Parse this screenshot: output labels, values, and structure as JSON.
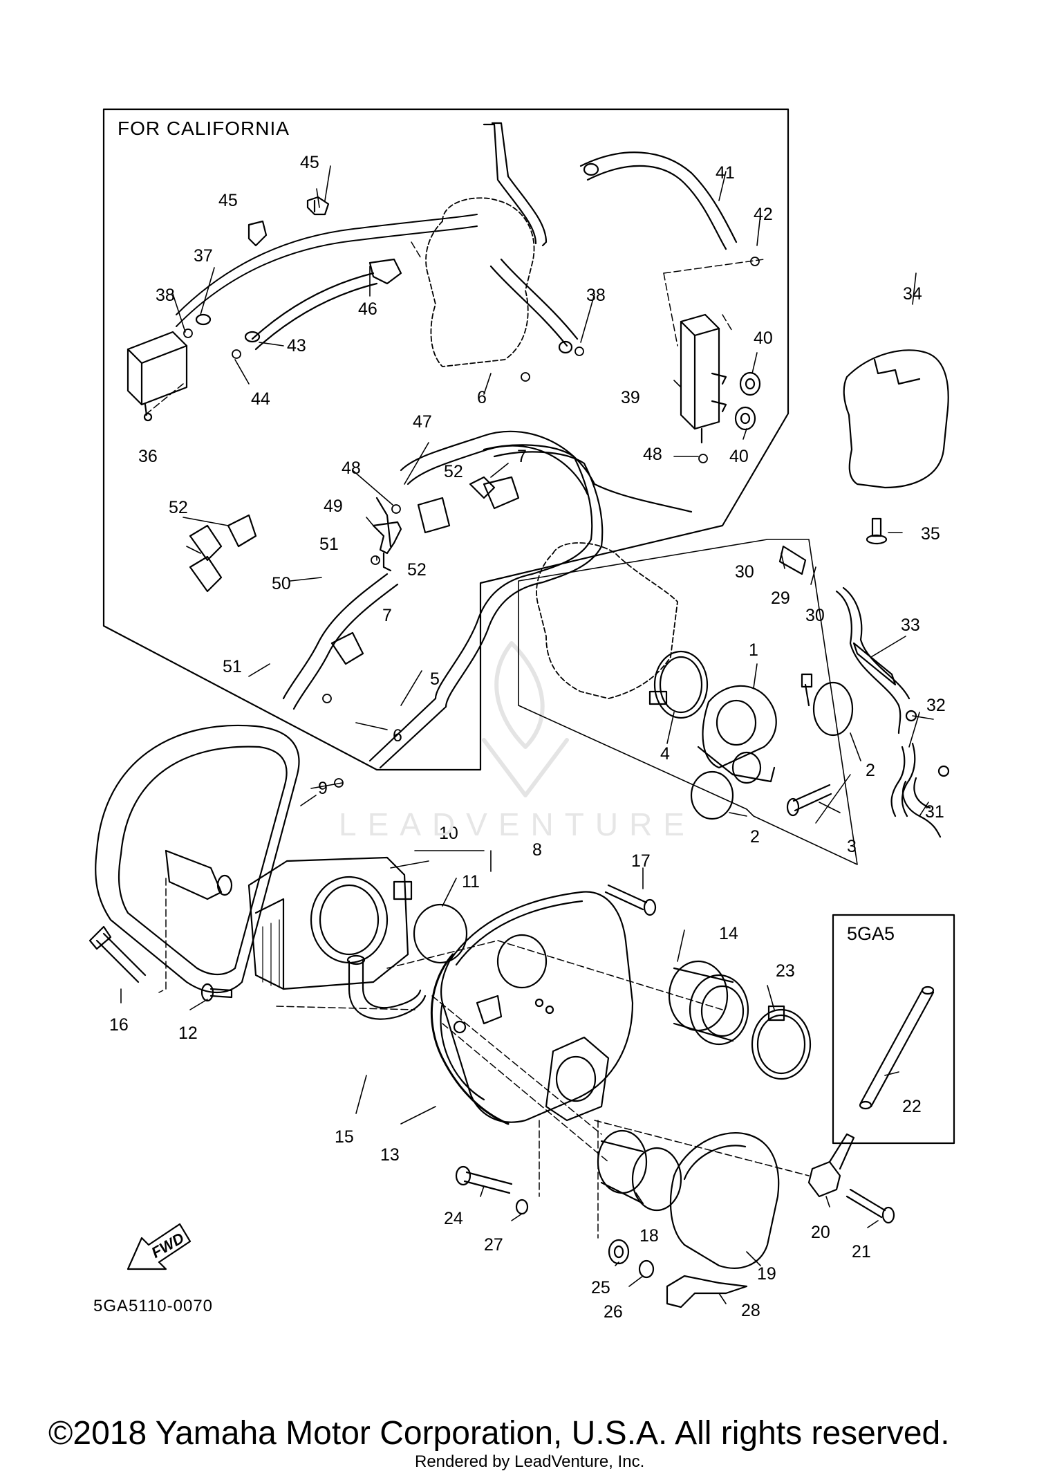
{
  "title_box": "FOR CALIFORNIA",
  "inset_label": "5GA5",
  "drawing_code": "5GA5110-0070",
  "fwd_label": "FWD",
  "watermark": "LEADVENTURE",
  "copyright": "©2018 Yamaha Motor Corporation, U.S.A. All rights reserved.",
  "rendered_by": "Rendered by LeadVenture, Inc.",
  "callouts": [
    "45",
    "45",
    "41",
    "42",
    "37",
    "38",
    "46",
    "43",
    "38",
    "40",
    "44",
    "36",
    "6",
    "39",
    "40",
    "47",
    "48",
    "7",
    "52",
    "48",
    "49",
    "52",
    "51",
    "52",
    "30",
    "29",
    "30",
    "33",
    "50",
    "7",
    "1",
    "51",
    "5",
    "32",
    "4",
    "2",
    "6",
    "9",
    "2",
    "3",
    "31",
    "10",
    "8",
    "17",
    "11",
    "14",
    "23",
    "16",
    "12",
    "15",
    "13",
    "22",
    "24",
    "27",
    "18",
    "20",
    "21",
    "19",
    "25",
    "26",
    "28",
    "34",
    "35"
  ]
}
